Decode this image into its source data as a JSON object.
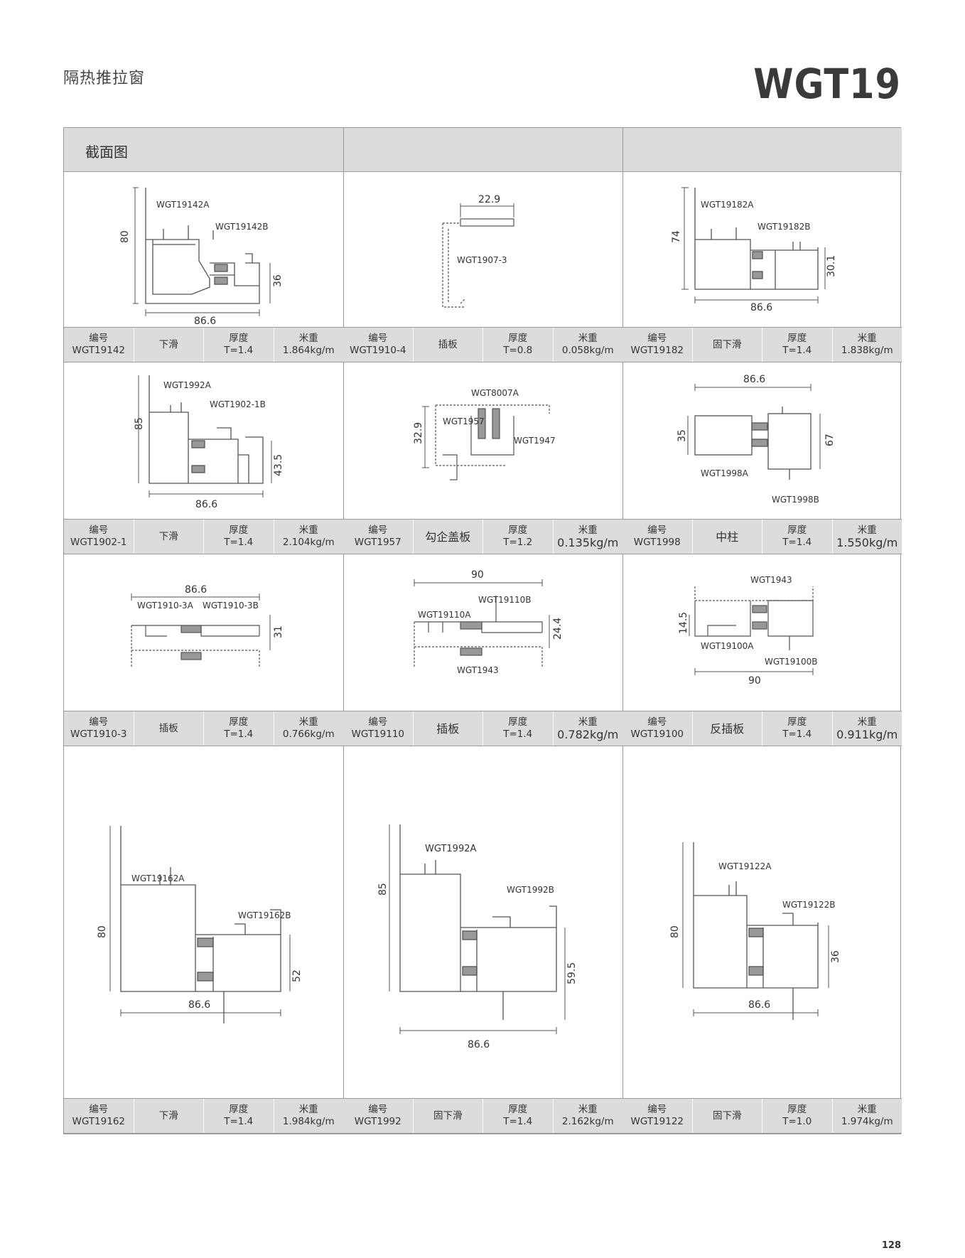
{
  "page": {
    "series_name": "隔热推拉窗",
    "series_code": "WGT19",
    "page_number": "128"
  },
  "table": {
    "header": "截面图"
  },
  "rows": [
    [
      {
        "labels": [
          "WGT19142A",
          "WGT19142B"
        ],
        "dims": [
          "80",
          "36",
          "86.6"
        ],
        "info": {
          "code_label": "编号",
          "code": "WGT19142",
          "name": "下滑",
          "thick_label": "厚度",
          "thick": "T=1.4",
          "weight_label": "米重",
          "weight": "1.864kg/m"
        }
      },
      {
        "labels": [
          "WGT1907-3"
        ],
        "dims": [
          "22.9"
        ],
        "info": {
          "code_label": "编号",
          "code": "WGT1910-4",
          "name": "插板",
          "thick_label": "厚度",
          "thick": "T=0.8",
          "weight_label": "米重",
          "weight": "0.058kg/m"
        }
      },
      {
        "labels": [
          "WGT19182A",
          "WGT19182B"
        ],
        "dims": [
          "74",
          "30.1",
          "86.6"
        ],
        "info": {
          "code_label": "编号",
          "code": "WGT19182",
          "name": "固下滑",
          "thick_label": "厚度",
          "thick": "T=1.4",
          "weight_label": "米重",
          "weight": "1.838kg/m"
        }
      }
    ],
    [
      {
        "labels": [
          "WGT1992A",
          "WGT1902-1B"
        ],
        "dims": [
          "85",
          "43.5",
          "86.6"
        ],
        "info": {
          "code_label": "编号",
          "code": "WGT1902-1",
          "name": "下滑",
          "thick_label": "厚度",
          "thick": "T=1.4",
          "weight_label": "米重",
          "weight": "2.104kg/m"
        }
      },
      {
        "labels": [
          "WGT8007A",
          "WGT1957",
          "WGT1947"
        ],
        "dims": [
          "32.9"
        ],
        "info": {
          "code_label": "编号",
          "code": "WGT1957",
          "name": "勾企盖板",
          "thick_label": "厚度",
          "thick": "T=1.2",
          "weight_label": "米重",
          "weight": "0.135kg/m"
        }
      },
      {
        "labels": [
          "WGT1998A",
          "WGT1998B"
        ],
        "dims": [
          "86.6",
          "35",
          "67"
        ],
        "info": {
          "code_label": "编号",
          "code": "WGT1998",
          "name": "中柱",
          "thick_label": "厚度",
          "thick": "T=1.4",
          "weight_label": "米重",
          "weight": "1.550kg/m"
        }
      }
    ],
    [
      {
        "labels": [
          "WGT1910-3A",
          "WGT1910-3B"
        ],
        "dims": [
          "86.6",
          "31"
        ],
        "info": {
          "code_label": "编号",
          "code": "WGT1910-3",
          "name": "插板",
          "thick_label": "厚度",
          "thick": "T=1.4",
          "weight_label": "米重",
          "weight": "0.766kg/m"
        }
      },
      {
        "labels": [
          "WGT19110B",
          "WGT19110A",
          "WGT1943"
        ],
        "dims": [
          "90",
          "24.4"
        ],
        "info": {
          "code_label": "编号",
          "code": "WGT19110",
          "name": "插板",
          "thick_label": "厚度",
          "thick": "T=1.4",
          "weight_label": "米重",
          "weight": "0.782kg/m"
        }
      },
      {
        "labels": [
          "WGT1943",
          "WGT19100A",
          "WGT19100B"
        ],
        "dims": [
          "14.5",
          "90"
        ],
        "info": {
          "code_label": "编号",
          "code": "WGT19100",
          "name": "反插板",
          "thick_label": "厚度",
          "thick": "T=1.4",
          "weight_label": "米重",
          "weight": "0.911kg/m"
        }
      }
    ],
    [
      {
        "labels": [
          "WGT19162A",
          "WGT19162B"
        ],
        "dims": [
          "80",
          "52",
          "86.6"
        ],
        "info": {
          "code_label": "编号",
          "code": "WGT19162",
          "name": "下滑",
          "thick_label": "厚度",
          "thick": "T=1.4",
          "weight_label": "米重",
          "weight": "1.984kg/m"
        }
      },
      {
        "labels": [
          "WGT1992A",
          "WGT1992B"
        ],
        "dims": [
          "85",
          "59.5",
          "86.6"
        ],
        "info": {
          "code_label": "编号",
          "code": "WGT1992",
          "name": "固下滑",
          "thick_label": "厚度",
          "thick": "T=1.4",
          "weight_label": "米重",
          "weight": "2.162kg/m"
        }
      },
      {
        "labels": [
          "WGT19122A",
          "WGT19122B"
        ],
        "dims": [
          "80",
          "36",
          "86.6"
        ],
        "info": {
          "code_label": "编号",
          "code": "WGT19122",
          "name": "固下滑",
          "thick_label": "厚度",
          "thick": "T=1.0",
          "weight_label": "米重",
          "weight": "1.974kg/m"
        }
      }
    ]
  ]
}
